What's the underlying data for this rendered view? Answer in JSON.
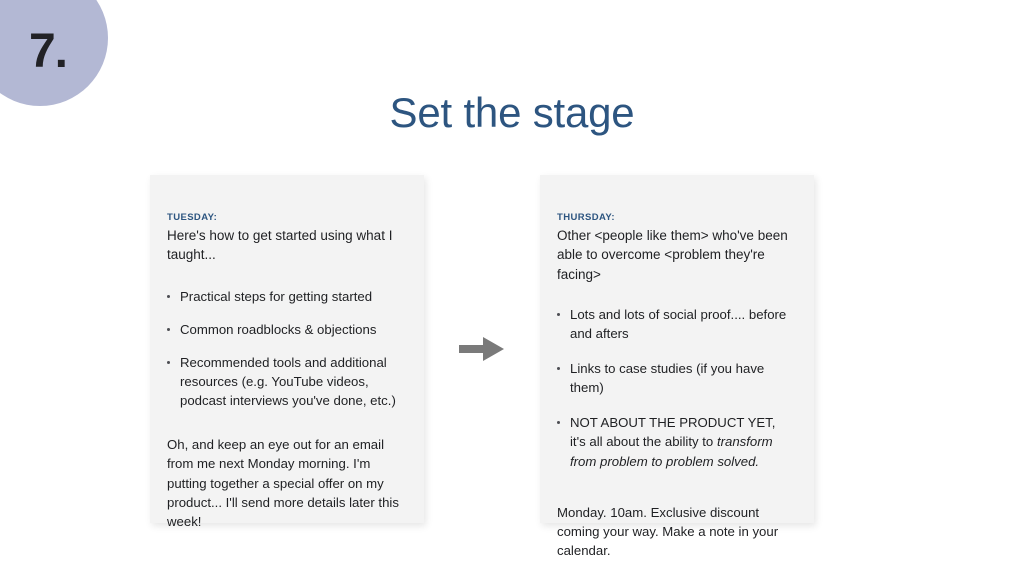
{
  "slide": {
    "number": "7.",
    "title": "Set the stage",
    "badge_color": "#b3b8d4",
    "title_color": "#2d5580",
    "card_bg_color": "#f3f3f3",
    "arrow_color": "#7a7a7a",
    "background_color": "#ffffff"
  },
  "cards": [
    {
      "day_label": "TUESDAY:",
      "intro": "Here's how to get started using what I taught...",
      "bullets": [
        {
          "text": "Practical steps for getting started"
        },
        {
          "text": "Common roadblocks & objections"
        },
        {
          "text": "Recommended tools and additional resources (e.g. YouTube videos, podcast interviews you've done, etc.)"
        }
      ],
      "outro": "Oh, and keep an eye out for an email from me next Monday morning. I'm putting together a special offer on my product... I'll send more details later this week!"
    },
    {
      "day_label": "THURSDAY:",
      "intro": "Other <people like them> who've been able to overcome <problem they're facing>",
      "bullets": [
        {
          "text": "Lots and lots of social proof.... before and afters"
        },
        {
          "text": "Links to case studies (if you have them)"
        },
        {
          "text_before": "NOT ABOUT THE PRODUCT YET, it's all about the ability to ",
          "text_italic": "transform from problem to problem solved."
        }
      ],
      "outro": "Monday. 10am. Exclusive discount coming your way. Make a note in your calendar."
    }
  ],
  "arrow": {
    "name": "right-arrow-icon"
  }
}
